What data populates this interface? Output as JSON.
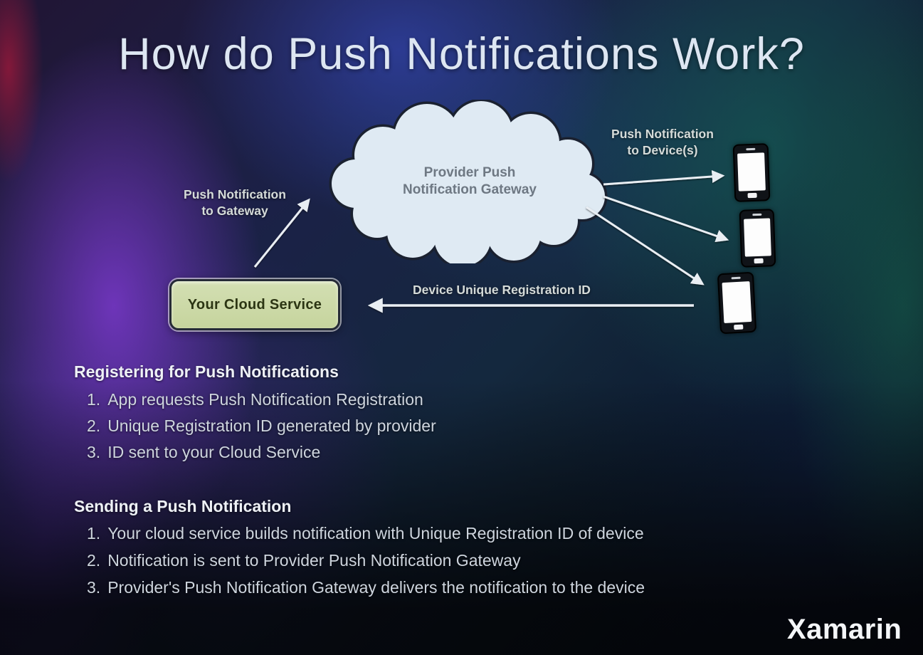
{
  "title": "How do Push Notifications Work?",
  "brand": "Xamarin",
  "diagram": {
    "cloud": {
      "line1": "Provider Push",
      "line2": "Notification Gateway"
    },
    "label_to_gateway": {
      "line1": "Push Notification",
      "line2": "to Gateway"
    },
    "label_to_devices": {
      "line1": "Push Notification",
      "line2": "to Device(s)"
    },
    "label_registration_id": "Device Unique Registration ID",
    "cloud_service_box_label": "Your Cloud Service",
    "device_icons": [
      "smartphone-icon",
      "smartphone-icon",
      "smartphone-icon"
    ]
  },
  "sections": [
    {
      "heading": "Registering for Push Notifications",
      "items": [
        {
          "num": "1.",
          "text": "App requests Push Notification Registration"
        },
        {
          "num": "2.",
          "text": "Unique Registration ID generated by provider"
        },
        {
          "num": "3.",
          "text": "ID sent to your Cloud Service"
        }
      ]
    },
    {
      "heading": "Sending a Push Notification",
      "items": [
        {
          "num": "1.",
          "text": "Your cloud service builds notification with Unique Registration ID of device"
        },
        {
          "num": "2.",
          "text": "Notification is sent to Provider Push Notification Gateway"
        },
        {
          "num": "3.",
          "text": "Provider's Push Notification Gateway delivers the notification to the device"
        }
      ]
    }
  ],
  "colors": {
    "cloud_fill": "#dfeaf3",
    "cloud_stroke": "#1a2130",
    "cloud_text": "#6e7883",
    "box_fill": "#ccd8a6",
    "box_border": "#262b36",
    "box_text": "#2c3513",
    "arrow": "#e9eef3",
    "title_text": "#dde6f2",
    "heading_text": "#eef1f6",
    "body_text": "#ced5de",
    "brand_text": "#f4f6f8"
  }
}
